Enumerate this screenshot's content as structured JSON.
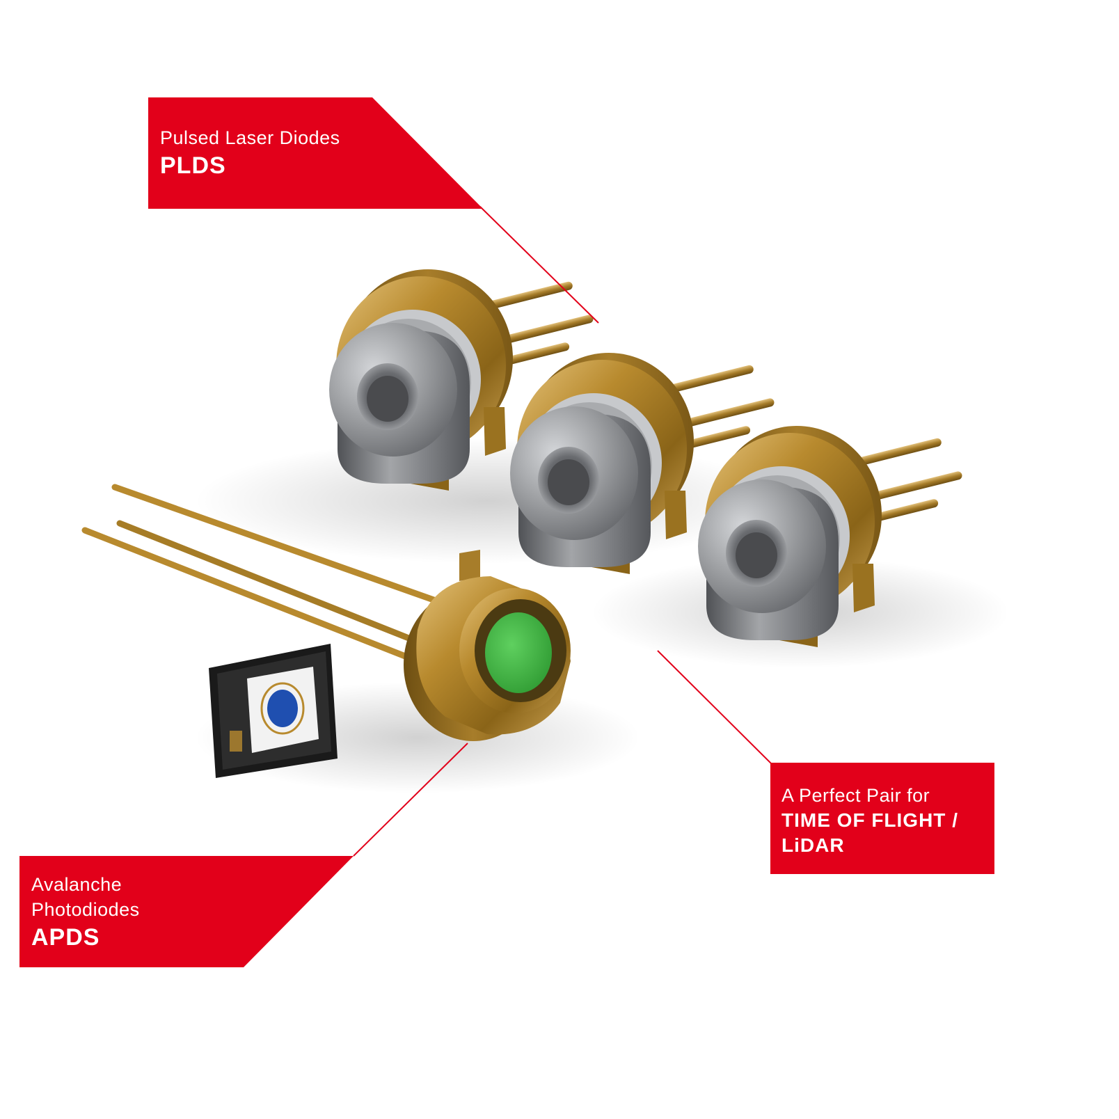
{
  "callouts": {
    "plds": {
      "subtitle": "Pulsed Laser Diodes",
      "title": "PLDS"
    },
    "apds": {
      "subtitle_line1": "Avalanche",
      "subtitle_line2": "Photodiodes",
      "title": "APDS"
    },
    "lidar": {
      "subtitle": "A Perfect Pair for",
      "title_line1": "TIME OF FLIGHT /",
      "title_line2": "LiDAR"
    }
  },
  "colors": {
    "brand_red": "#e2001a",
    "gold": "#b88a2e",
    "steel": "#8a8c90",
    "apd_window": "#3cb83f",
    "chip_dot": "#1f4fb0",
    "background": "#ffffff"
  },
  "scene": {
    "objects": [
      "pulsed-laser-diode",
      "pulsed-laser-diode",
      "pulsed-laser-diode",
      "avalanche-photodiode-to-can",
      "avalanche-photodiode-smd-chip"
    ]
  }
}
